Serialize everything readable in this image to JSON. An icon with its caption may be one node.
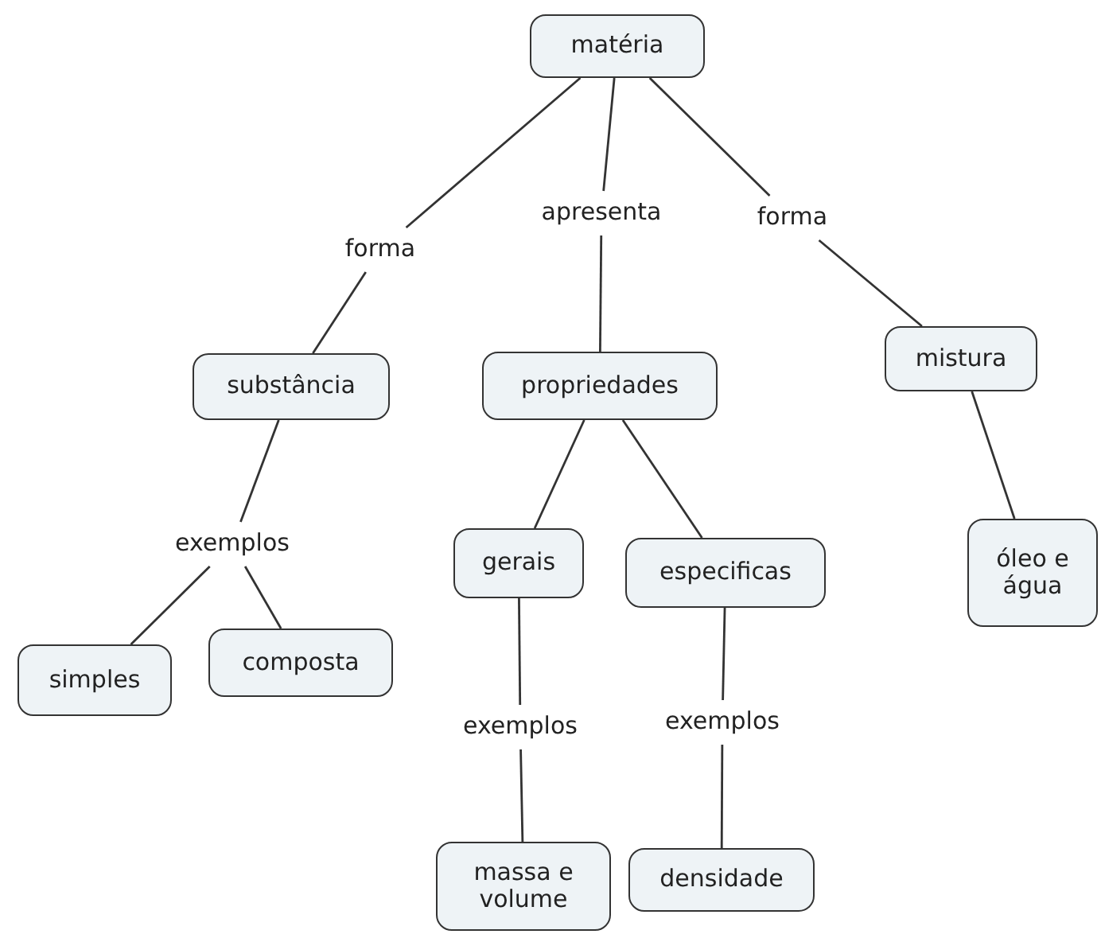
{
  "diagram": {
    "nodes": [
      {
        "text": [
          "matéria"
        ]
      },
      {
        "text": [
          "forma"
        ]
      },
      {
        "text": [
          "apresenta"
        ]
      },
      {
        "text": [
          "forma"
        ]
      },
      {
        "text": [
          "substância"
        ]
      },
      {
        "text": [
          "propriedades"
        ]
      },
      {
        "text": [
          "mistura"
        ]
      },
      {
        "text": [
          "exemplos"
        ]
      },
      {
        "text": [
          "gerais"
        ]
      },
      {
        "text": [
          "especificas"
        ]
      },
      {
        "text": [
          "óleo e água"
        ]
      },
      {
        "text": [
          "simples"
        ]
      },
      {
        "text": [
          "composta"
        ]
      },
      {
        "text": [
          "exemplos"
        ]
      },
      {
        "text": [
          "exemplos"
        ]
      },
      {
        "text": [
          "massa e volume"
        ]
      },
      {
        "text": [
          "densidade"
        ]
      }
    ],
    "edges": [
      {
        "from": 0,
        "to": 1,
        "arrow": "none"
      },
      {
        "from": 1,
        "to": 4,
        "arrow": "none"
      },
      {
        "from": 0,
        "to": 2,
        "arrow": "none"
      },
      {
        "from": 2,
        "to": 5,
        "arrow": "none"
      },
      {
        "from": 0,
        "to": 3,
        "arrow": "none"
      },
      {
        "from": 3,
        "to": 6,
        "arrow": "none"
      },
      {
        "from": 4,
        "to": 7,
        "arrow": "none"
      },
      {
        "from": 7,
        "to": 11,
        "arrow": "none"
      },
      {
        "from": 7,
        "to": 12,
        "arrow": "none"
      },
      {
        "from": 5,
        "to": 8,
        "arrow": "none"
      },
      {
        "from": 5,
        "to": 9,
        "arrow": "none"
      },
      {
        "from": 8,
        "to": 13,
        "arrow": "none"
      },
      {
        "from": 13,
        "to": 15,
        "arrow": "none"
      },
      {
        "from": 9,
        "to": 14,
        "arrow": "none"
      },
      {
        "from": 14,
        "to": 16,
        "arrow": "none"
      },
      {
        "from": 6,
        "to": 10,
        "arrow": "none"
      }
    ]
  }
}
